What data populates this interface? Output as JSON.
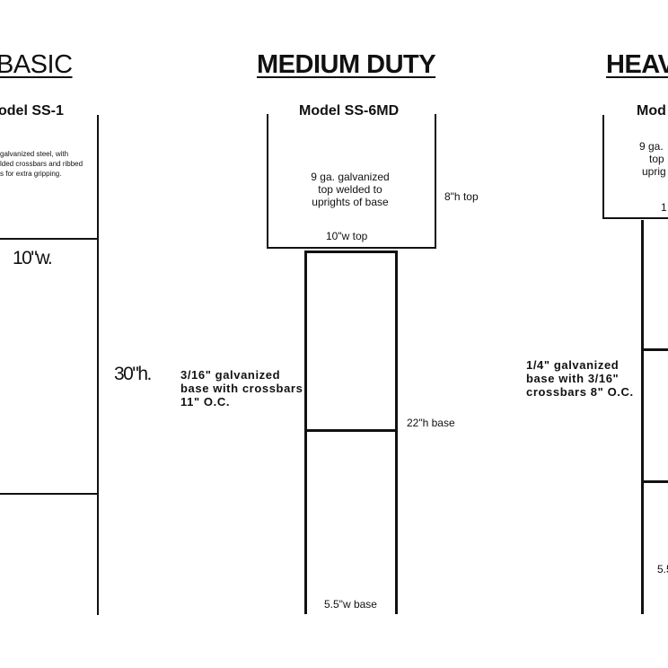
{
  "basic": {
    "heading": "BASIC",
    "model": "odel SS-1",
    "desc_lines": [
      "galvanized steel, with",
      "lded crossbars and ribbed",
      "s for extra gripping."
    ],
    "width_label": "10\"w.",
    "height_label": "30\"h."
  },
  "medium": {
    "heading": "MEDIUM DUTY",
    "model": "Model SS-6MD",
    "top_desc_lines": [
      "9 ga. galvanized",
      "top welded to",
      "uprights of base"
    ],
    "top_height_label": "8\"h top",
    "top_width_label": "10\"w top",
    "base_desc": "3/16\" galvanized\nbase with crossbars\n11\" O.C.",
    "base_height_label": "22\"h base",
    "base_width_label": "5.5\"w base"
  },
  "heavy": {
    "heading": "HEAV",
    "model": "Mod",
    "top_desc_lines": [
      "9 ga.",
      "top",
      "uprig"
    ],
    "top_width_label": "1",
    "base_desc": "1/4\" galvanized\nbase with 3/16\"\ncrossbars 8\" O.C.",
    "base_width_label": "5.5"
  }
}
